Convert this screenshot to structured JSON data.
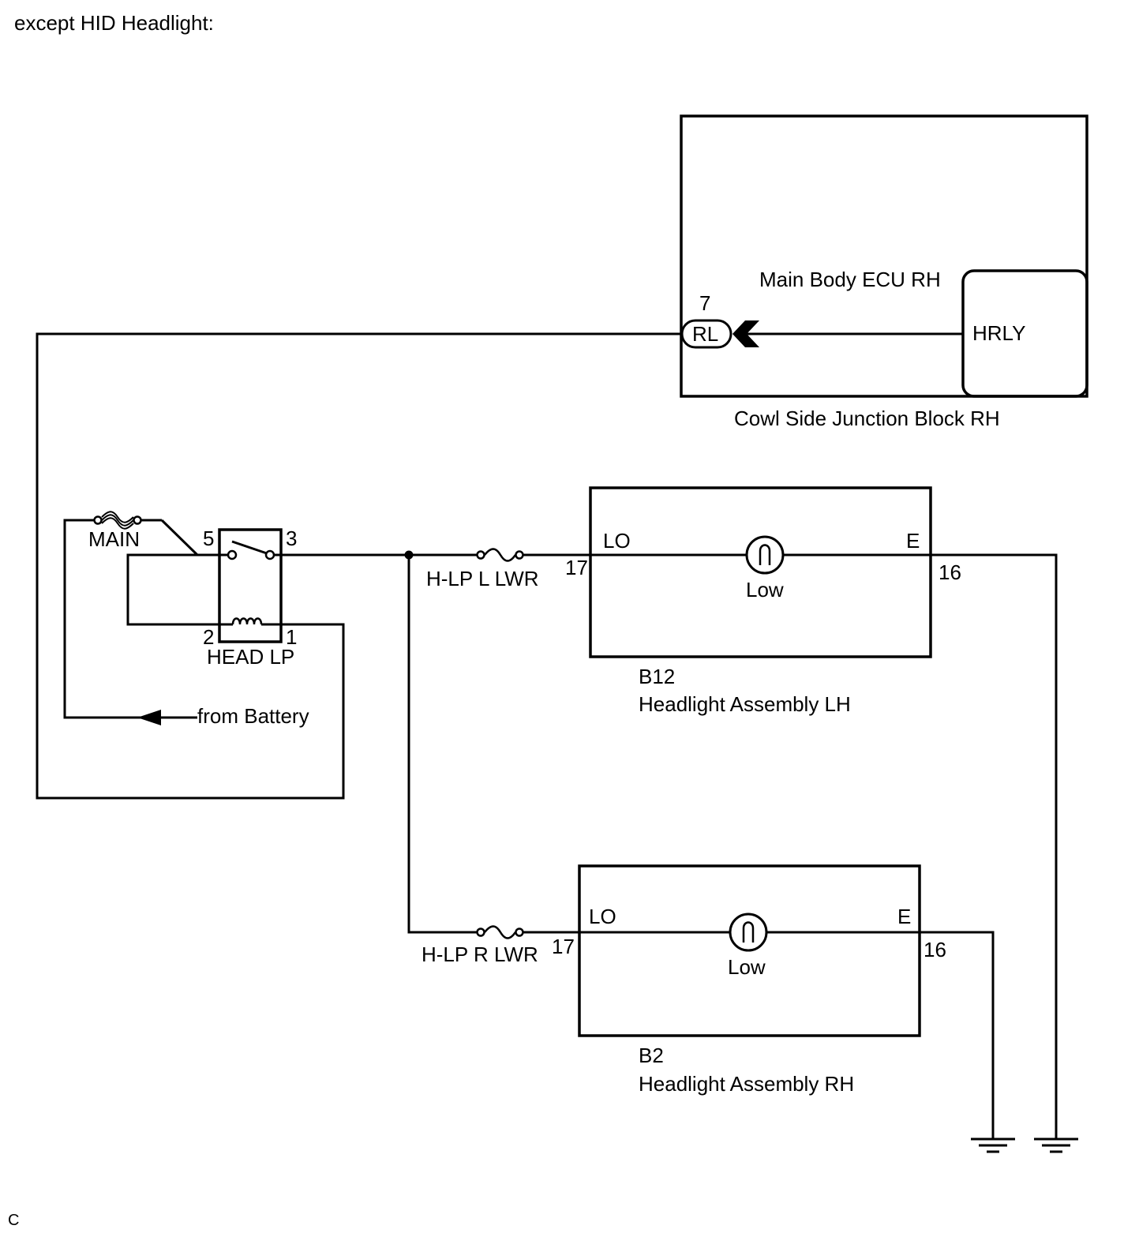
{
  "header": {
    "title": "except HID Headlight:"
  },
  "footer": {
    "mark": "C"
  },
  "junction_block": {
    "name": "Cowl Side Junction Block RH",
    "ecu": "Main Body ECU RH",
    "relay_output": "HRLY",
    "connector_pin": "7",
    "connector_label": "RL"
  },
  "relay": {
    "name": "HEAD LP",
    "pins": {
      "p5": "5",
      "p3": "3",
      "p2": "2",
      "p1": "1"
    }
  },
  "main_fuse": {
    "label": "MAIN"
  },
  "battery": {
    "label": "from Battery"
  },
  "fuses": {
    "left": "H-LP L LWR",
    "right": "H-LP R LWR"
  },
  "headlight_lh": {
    "code": "B12",
    "name": "Headlight Assembly LH",
    "lo_label": "LO",
    "e_label": "E",
    "pin_in": "17",
    "pin_out": "16",
    "bulb": "Low"
  },
  "headlight_rh": {
    "code": "B2",
    "name": "Headlight Assembly RH",
    "lo_label": "LO",
    "e_label": "E",
    "pin_in": "17",
    "pin_out": "16",
    "bulb": "Low"
  }
}
